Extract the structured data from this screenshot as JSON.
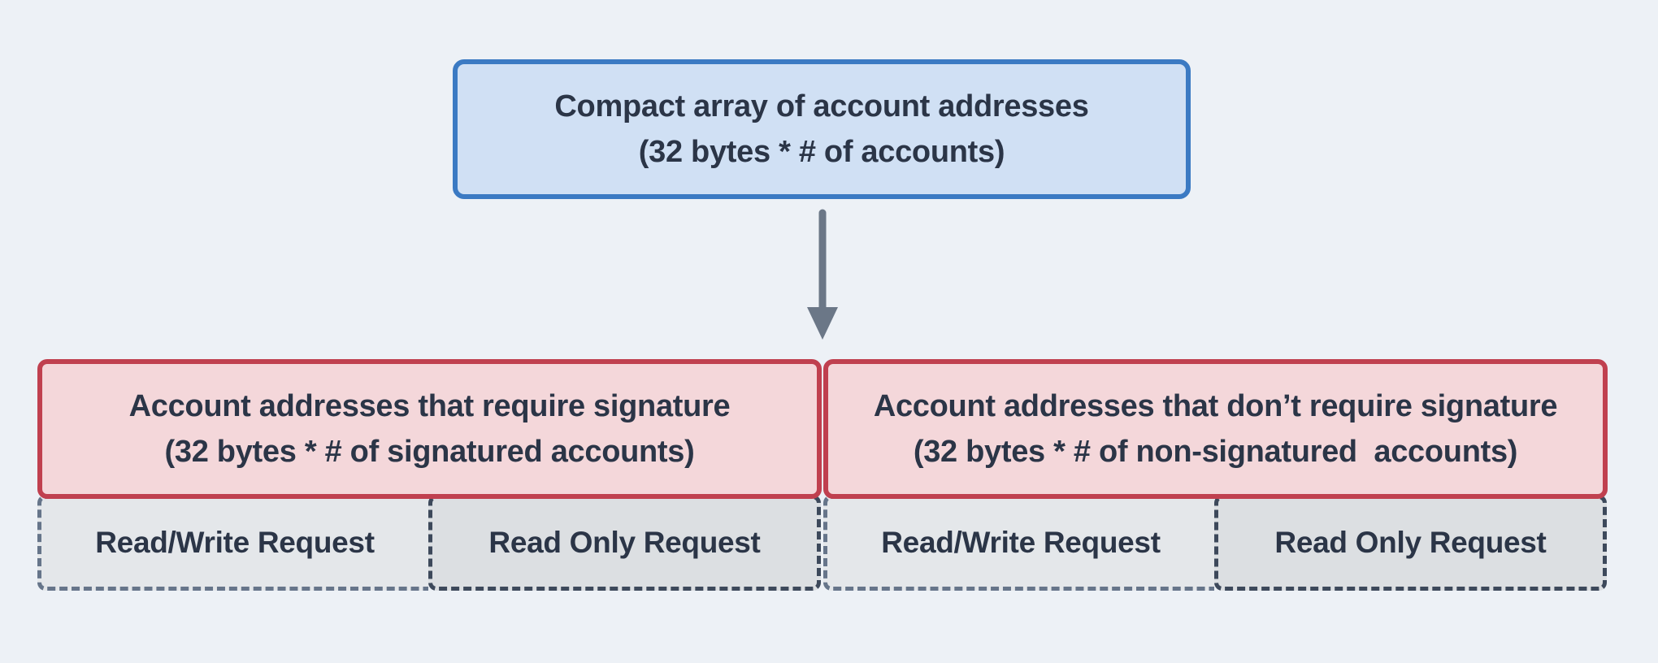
{
  "diagram": {
    "title_hint": "Compact array of account addresses structure",
    "colors": {
      "background": "#edf1f6",
      "root_fill": "#d0e0f4",
      "root_border": "#3b7ac3",
      "branch_fill": "#f4d7da",
      "branch_border": "#c0404f",
      "leaf_rw_fill": "#e4e7ea",
      "leaf_rw_border": "#66758a",
      "leaf_ro_fill": "#dcdfe2",
      "leaf_ro_border": "#3d495b",
      "text": "#2b3547",
      "arrow": "#6b7787"
    },
    "root": {
      "line1": "Compact array of account addresses",
      "line2": "(32 bytes * # of accounts)"
    },
    "arrow": {
      "name": "down-arrow"
    },
    "branches": [
      {
        "line1": "Account addresses that require signature",
        "line2": "(32 bytes * # of signatured accounts)",
        "children": [
          {
            "label": "Read/Write Request",
            "type": "read-write"
          },
          {
            "label": "Read Only Request",
            "type": "read-only"
          }
        ]
      },
      {
        "line1": "Account addresses that don’t require signature",
        "line2": "(32 bytes * # of non-signatured  accounts)",
        "children": [
          {
            "label": "Read/Write Request",
            "type": "read-write"
          },
          {
            "label": "Read Only Request",
            "type": "read-only"
          }
        ]
      }
    ]
  }
}
